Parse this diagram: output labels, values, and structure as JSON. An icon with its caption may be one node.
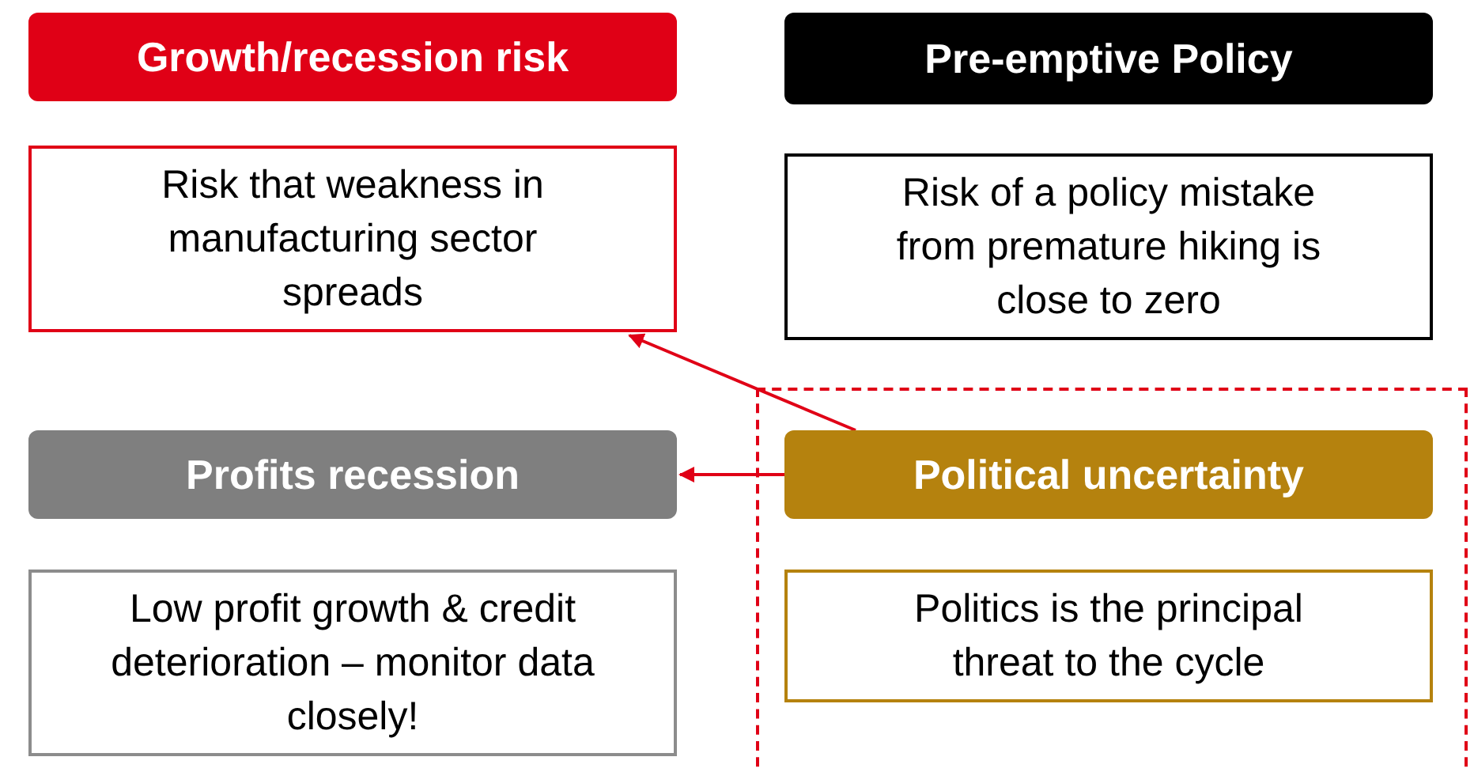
{
  "diagram": {
    "nodes": [
      {
        "text": [
          "Growth/recession risk"
        ]
      },
      {
        "text": [
          "Risk that weakness in manufacturing sector spreads"
        ]
      },
      {
        "text": [
          "Pre-emptive Policy"
        ]
      },
      {
        "text": [
          "Risk of a policy mistake from premature hiking is close to zero"
        ]
      },
      {
        "text": [
          "Profits recession"
        ]
      },
      {
        "text": [
          "Low profit growth & credit deterioration – monitor data closely!"
        ]
      },
      {
        "text": [],
        "shape": "box"
      },
      {
        "text": [
          "Political uncertainty"
        ],
        "in": 6
      },
      {
        "text": [
          "Politics is the principal threat to the cycle"
        ],
        "in": 6
      }
    ],
    "edges": [
      {
        "from": 7,
        "to": 1,
        "arrow": "to"
      },
      {
        "from": 7,
        "to": 4,
        "arrow": "to"
      }
    ]
  }
}
